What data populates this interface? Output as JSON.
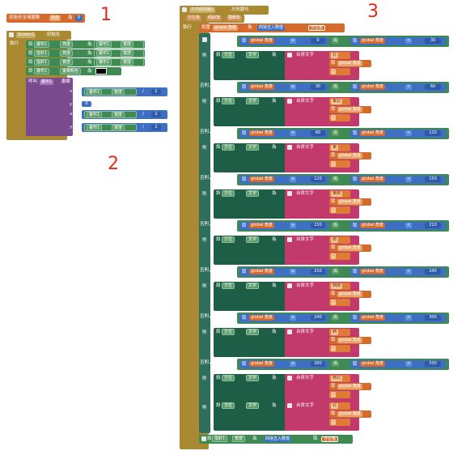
{
  "labels": {
    "one": "1",
    "two": "2",
    "three": "3"
  },
  "block1": {
    "init_global": "初始化全域變數",
    "var_name": "角度",
    "to": "為",
    "value": "0"
  },
  "block2": {
    "event": "當",
    "component": "Screen1",
    "event_name": ".初始化",
    "do": "執行",
    "set": "設",
    "rows": [
      {
        "comp": "畫布1",
        "prop": "高度",
        "to": "為",
        "src": "畫布1",
        "sprop": "寬度"
      },
      {
        "comp": "指針1",
        "prop": "高度",
        "to": "為",
        "src": "畫布1",
        "sprop": "寬度"
      },
      {
        "comp": "指針1",
        "prop": "寬度",
        "to": "為",
        "src": "畫布1",
        "sprop": "寬度"
      },
      {
        "comp": "畫布1",
        "prop": "畫筆顏色",
        "to": "為"
      }
    ],
    "call": "呼叫",
    "call_comp": "畫布1",
    "call_method": ".畫線",
    "params": [
      {
        "name": "x1",
        "comp": "畫布1",
        "prop": "寬度",
        "op": "/",
        "num": "2"
      },
      {
        "name": "y1",
        "num": "0"
      },
      {
        "name": "x2",
        "comp": "畫布1",
        "prop": "寬度",
        "op": "/",
        "num": "2"
      },
      {
        "name": "y2",
        "comp": "畫布1",
        "prop": "寬度",
        "op": "/",
        "num": "2"
      }
    ]
  },
  "block3": {
    "event": "當",
    "comp": "方向感測器1",
    "event_name": ".方向變化",
    "params": [
      "方位角",
      "傾斜角",
      "翻轉角"
    ],
    "do": "執行",
    "set": "設置",
    "gvar": "global 角度",
    "to": "為",
    "func": "四捨五入數值",
    "src": "方位角",
    "if": "如果",
    "elseif": "否則，如果",
    "then": "則",
    "get": "取",
    "and": "與",
    "set_comp": "設",
    "text_comp": "方位",
    "text_prop": "文字",
    "text_to": "為",
    "join": "合併文字",
    "dash": "-",
    "branches": [
      {
        "kw": "如果",
        "lo": "0",
        "hi": "30",
        "dir": "北"
      },
      {
        "kw": "否則，如果",
        "lo": "30",
        "hi": "60",
        "dir": "東北"
      },
      {
        "kw": "否則，如果",
        "lo": "60",
        "hi": "120",
        "dir": "東"
      },
      {
        "kw": "否則，如果",
        "lo": "120",
        "hi": "150",
        "dir": "東南"
      },
      {
        "kw": "否則，如果",
        "lo": "150",
        "hi": "210",
        "dir": "南"
      },
      {
        "kw": "否則，如果",
        "lo": "210",
        "hi": "240",
        "dir": "西南"
      },
      {
        "kw": "否則，如果",
        "lo": "240",
        "hi": "300",
        "dir": "西"
      },
      {
        "kw": "否則，如果",
        "lo": "300",
        "hi": "330",
        "dir": "西北"
      }
    ],
    "else_dir": "北",
    "cmp_ge": "≥",
    "cmp_lt": "<",
    "final_set": "設",
    "final_comp": "指針1",
    "final_prop": "角度",
    "final_to": "為",
    "final_func": "四捨五入數值",
    "final_get": "取",
    "final_src": "方位角"
  }
}
